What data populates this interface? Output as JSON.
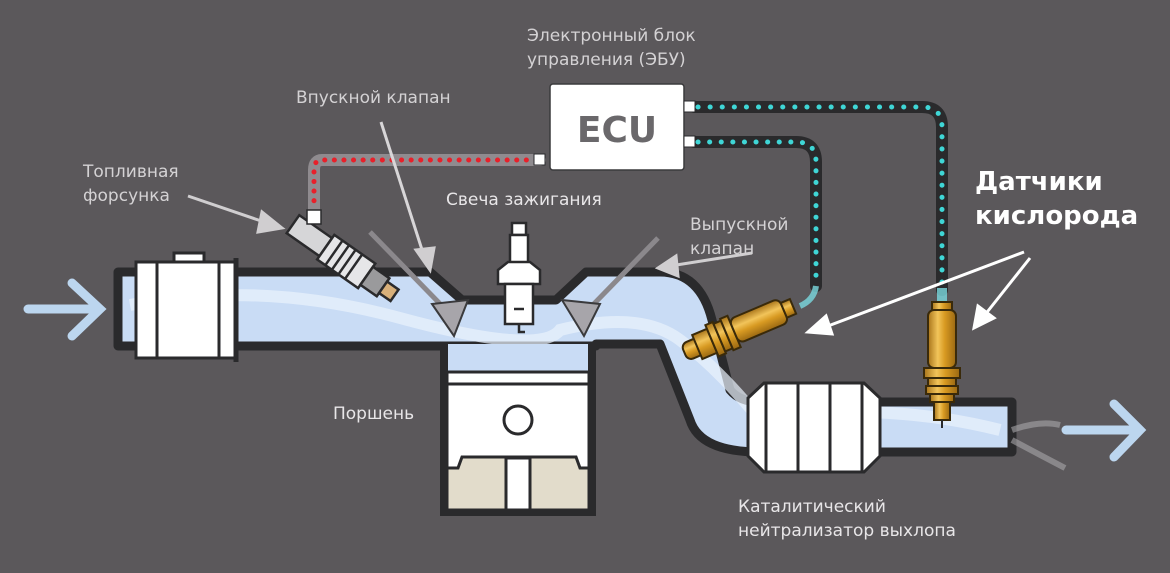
{
  "diagram": {
    "title": "Oxygen sensors in engine intake/exhaust system",
    "labels": {
      "ecu_caption": "Электронный блок\nуправления (ЭБУ)",
      "ecu_box": "ECU",
      "intake_valve": "Впускной клапан",
      "fuel_injector": "Топливная\nфорсунка",
      "spark_plug": "Свеча зажигания",
      "exhaust_valve": "Выпускной\nклапан",
      "oxygen_sensors": "Датчики\nкислорода",
      "piston": "Поршень",
      "catalytic_converter": "Каталитический\nнейтрализатор выхлопа"
    },
    "components": [
      {
        "id": "air-intake-arrow",
        "name": "Air intake flow"
      },
      {
        "id": "air-flow-meter",
        "name": "Air flow meter"
      },
      {
        "id": "fuel-injector",
        "name": "Fuel injector"
      },
      {
        "id": "intake-valve",
        "name": "Intake valve"
      },
      {
        "id": "spark-plug",
        "name": "Spark plug"
      },
      {
        "id": "exhaust-valve",
        "name": "Exhaust valve"
      },
      {
        "id": "piston",
        "name": "Piston"
      },
      {
        "id": "upstream-o2-sensor",
        "name": "Upstream oxygen sensor"
      },
      {
        "id": "catalytic-converter",
        "name": "Catalytic converter"
      },
      {
        "id": "downstream-o2-sensor",
        "name": "Downstream oxygen sensor"
      },
      {
        "id": "exhaust-out-arrow",
        "name": "Exhaust outflow"
      },
      {
        "id": "ecu",
        "name": "Electronic control unit"
      }
    ],
    "connections": [
      {
        "from": "ecu",
        "to": "fuel-injector",
        "signal": "output",
        "color": "#e8202a"
      },
      {
        "from": "upstream-o2-sensor",
        "to": "ecu",
        "signal": "input",
        "color": "#3fd6d6"
      },
      {
        "from": "downstream-o2-sensor",
        "to": "ecu",
        "signal": "input",
        "color": "#3fd6d6"
      }
    ],
    "colors": {
      "background": "#5b585b",
      "pipe_fill": "#c9dcf5",
      "pipe_outline": "#2a2a2c",
      "output_wire": "#e8202a",
      "input_wire": "#3fd6d6",
      "sensor_body": "#d89a22",
      "flow_arrow": "#bcd6ef"
    }
  }
}
